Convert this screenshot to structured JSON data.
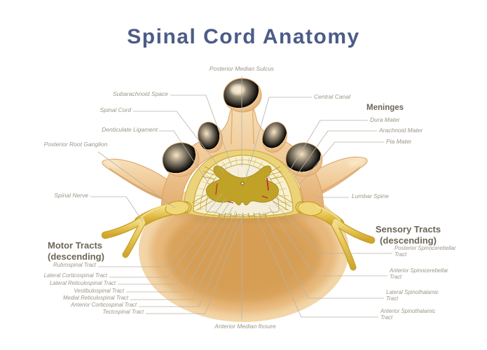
{
  "title": "Spinal Cord Anatomy",
  "labels": {
    "posterior_median_sulcus": "Posterior Median Sulcus",
    "subarachnoid_space": "Subarachnoid Space",
    "spinal_cord": "Spinal Cord",
    "denticulate_ligament": "Denticulate Ligament",
    "posterior_root_ganglion": "Posterior Root Ganglion",
    "spinal_nerve": "Spinal Nerve",
    "central_canal": "Central Canal",
    "meninges_heading": "Meninges",
    "dura_mater": "Dura Mater",
    "arachnoid_mater": "Arachnoid Mater",
    "pia_mater": "Pia Mater",
    "lumbar_spine": "Lumbar Spine",
    "anterior_median_fissure": "Anterior Median fissure"
  },
  "motor_tracts": {
    "heading": "Motor Tracts\n(descending)",
    "items": [
      "Rubrospinal Tract",
      "Lateral Corticospinal Tract",
      "Lateral Reticulospinal Tract",
      "Vestibulospinal Tract",
      "Medial Reticulospinal Tract",
      "Anterior Corticospinal Tract",
      "Tectospinal Tract"
    ]
  },
  "sensory_tracts": {
    "heading": "Sensory Tracts\n(descending)",
    "items": [
      "Posterior Spinocerebellar Tract",
      "Anterior Spinocerebellar Tract",
      "Lateral Spinothalamic Tract",
      "Anterior Spinothalamic Tract"
    ]
  },
  "colors": {
    "title": "#4c5b87",
    "label_text": "#9c9689",
    "heading_text": "#6d6557",
    "leader_line": "#b7b2a6",
    "bone": "#f1cb9b",
    "bone_shade": "#dca76b",
    "gray_matter": "#c0a227",
    "white_matter": "#f4eedb",
    "dura": "#f8f0d0",
    "nerve": "#e3c14c",
    "vessel": "#c0392b"
  }
}
